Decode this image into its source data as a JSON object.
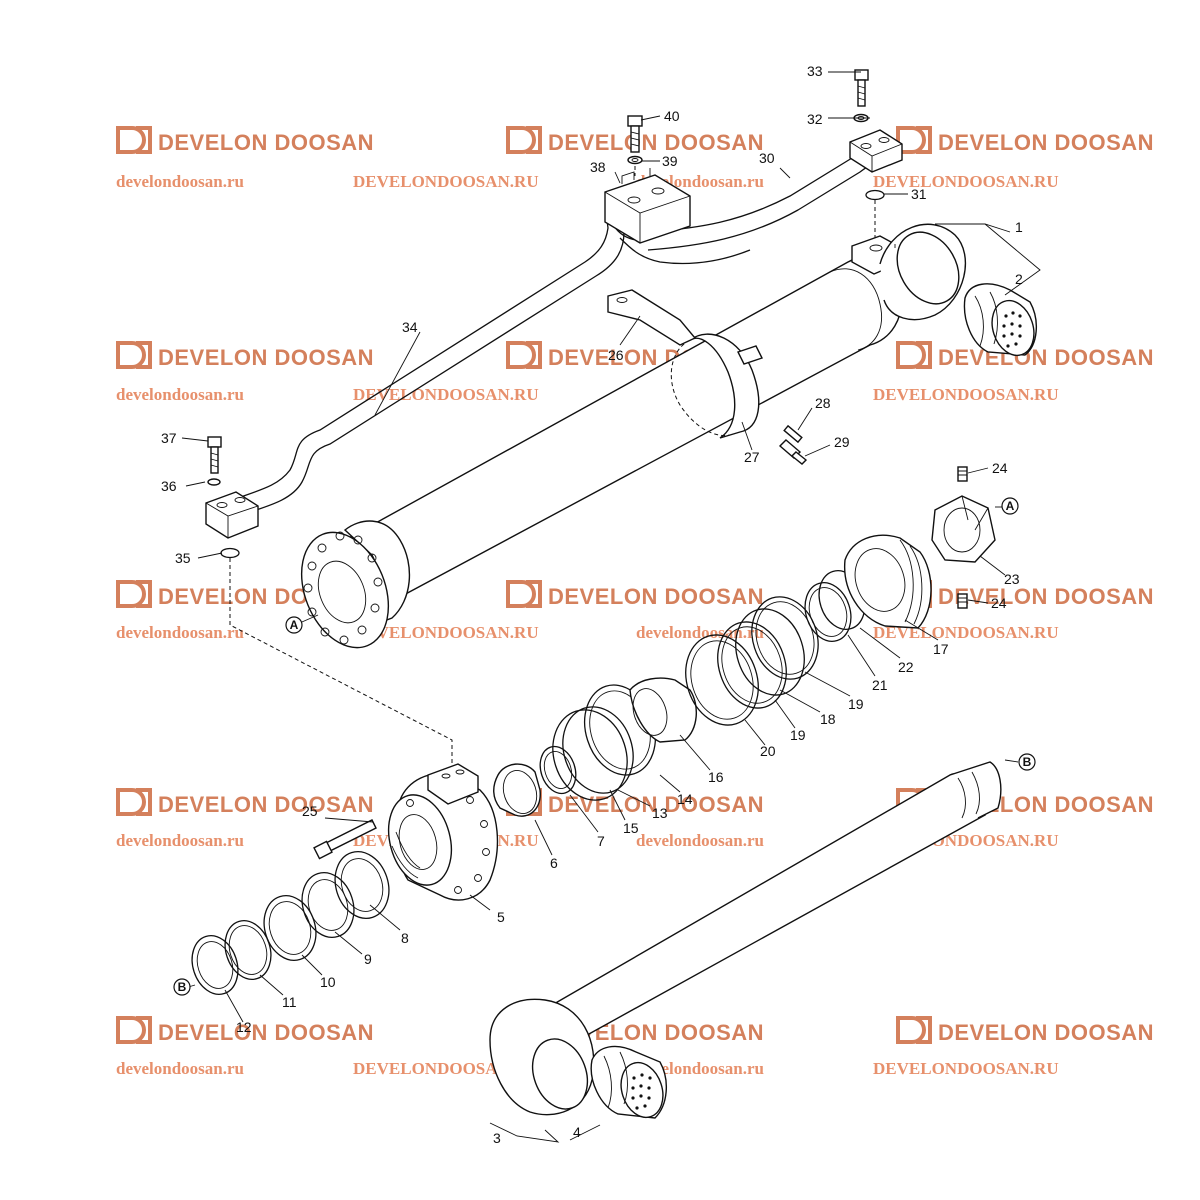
{
  "watermark": {
    "brand": "DEVELON DOOSAN",
    "site_lower": "develondoosan.ru",
    "site_upper": "DEVELONDOOSAN.RU",
    "color": "#e08a66"
  },
  "callouts": [
    "1",
    "2",
    "3",
    "4",
    "5",
    "6",
    "7",
    "8",
    "9",
    "10",
    "11",
    "12",
    "13",
    "14",
    "15",
    "16",
    "17",
    "18",
    "19",
    "19",
    "20",
    "21",
    "22",
    "23",
    "24",
    "24",
    "25",
    "26",
    "27",
    "28",
    "29",
    "30",
    "31",
    "32",
    "33",
    "34",
    "35",
    "36",
    "37",
    "38",
    "39",
    "40"
  ],
  "reference_marks": [
    "A",
    "A",
    "B",
    "B"
  ]
}
